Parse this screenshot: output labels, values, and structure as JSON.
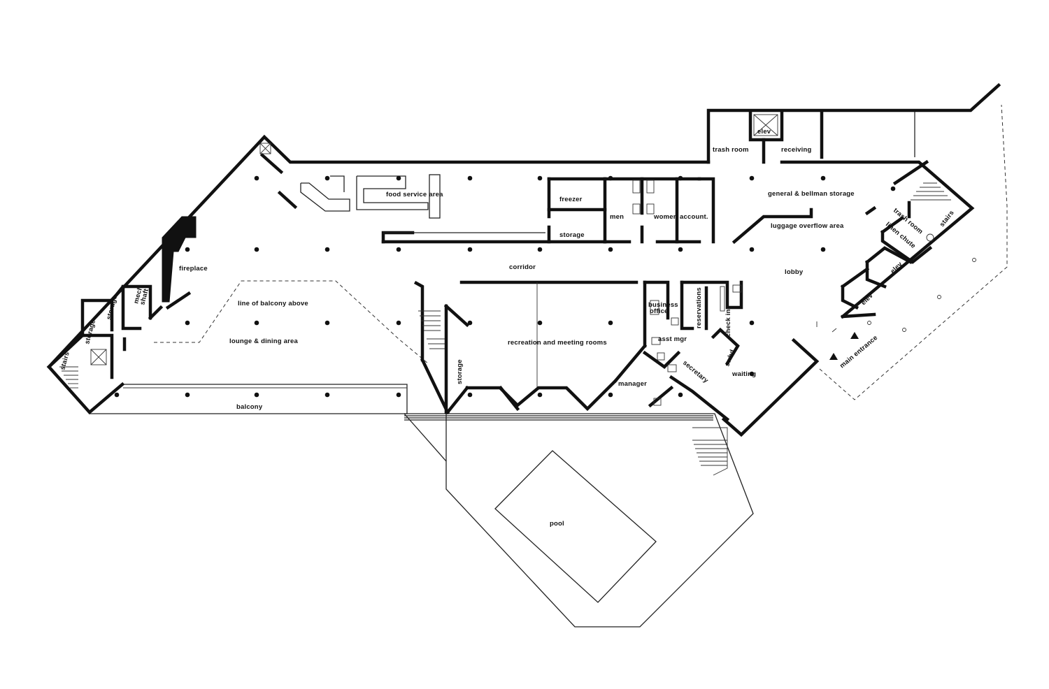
{
  "plan": {
    "labels": {
      "food_service_area": "food service area",
      "freezer": "freezer",
      "storage_kitchen": "storage",
      "men": "men",
      "women": "women",
      "account": "account.",
      "general_bellman_storage": "general & bellman storage",
      "luggage_overflow_area": "luggage overflow area",
      "trash_room_top": "trash room",
      "elev_top": "elev",
      "receiving": "receiving",
      "trash_room_right": "trash room",
      "linen_chute": "linen chute",
      "stairs_right": "stairs",
      "elev_right": "elev",
      "elev_right2": "elev",
      "lobby": "lobby",
      "corridor": "corridor",
      "fireplace": "fireplace",
      "mech_shaft_1": "mech",
      "mech_shaft_2": "shaft",
      "storage_left_upper": "storage",
      "storage_left_lower": "storage",
      "stairs_left": "stairs",
      "line_of_balcony_above": "line of balcony above",
      "lounge_dining_area": "lounge & dining area",
      "balcony": "balcony",
      "storage_mid": "storage",
      "recreation_meeting_rooms": "recreation and meeting rooms",
      "business_office_1": "business",
      "business_office_2": "office",
      "reservations": "reservations",
      "check_in": "check in",
      "asst_mgr": "asst mgr",
      "swbd": "swbd",
      "secretary": "secretary",
      "manager": "manager",
      "waiting": "waiting",
      "main_entrance": "main entrance",
      "pool": "pool"
    }
  }
}
